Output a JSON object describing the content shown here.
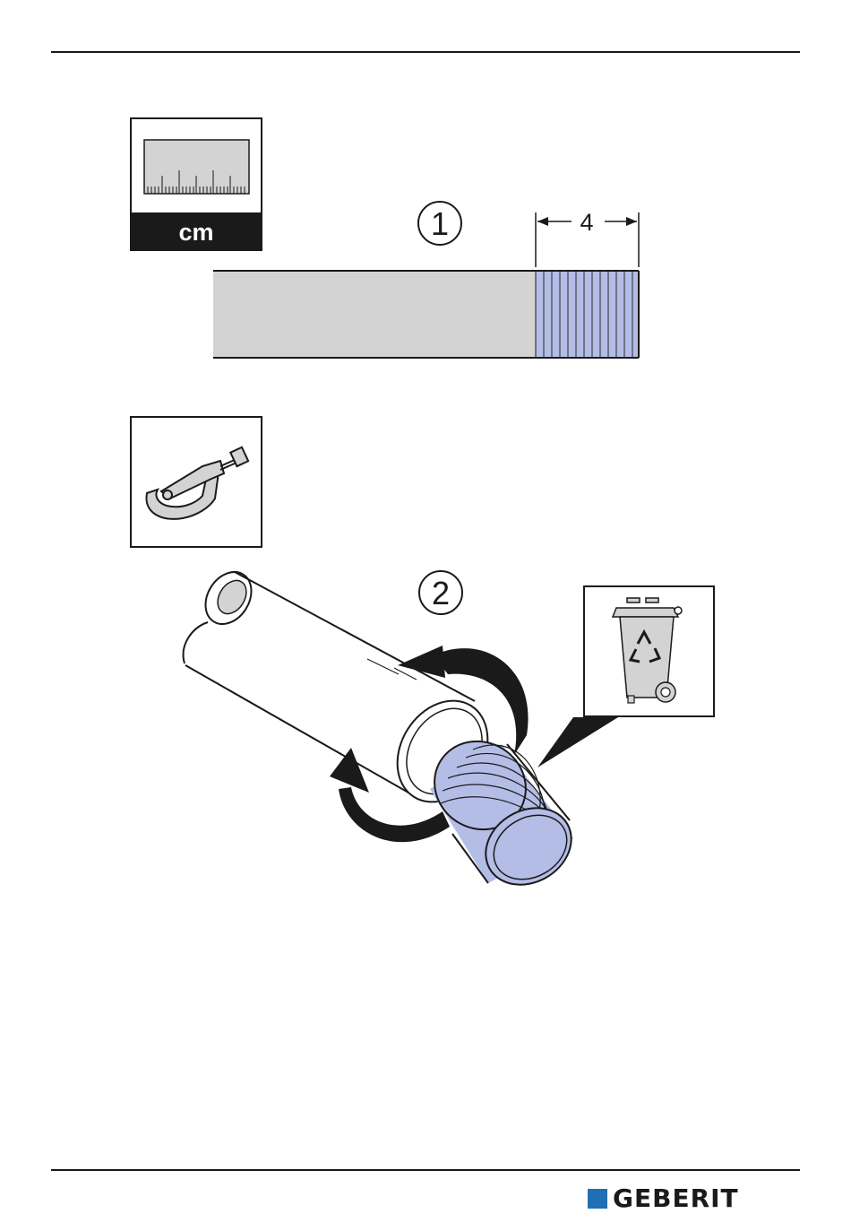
{
  "step1": {
    "number": "1",
    "dimension": "4",
    "tool_icon": "ruler-icon",
    "unit_label": "cm"
  },
  "step2": {
    "number": "2",
    "tool_icon": "pipe-cutter-icon",
    "disposal_icon": "recycle-bin-icon"
  },
  "colors": {
    "pipe_grey": "#d3d3d3",
    "thread_blue": "#b4bde6",
    "brand_blue": "#1f6fb5"
  },
  "footer": {
    "brand": "GEBERIT"
  }
}
